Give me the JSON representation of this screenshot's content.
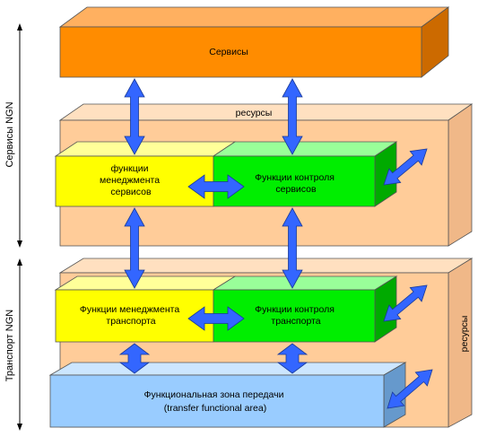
{
  "diagram": {
    "side_labels": {
      "services_ngn": "Сервисы NGN",
      "transport_ngn": "Транспорт NGN"
    },
    "services_block": {
      "label": "Сервисы"
    },
    "resources_labels": {
      "upper": "ресурсы",
      "lower": "ресурсы"
    },
    "service_layer": {
      "management": [
        "функции",
        "менеджмента",
        "сервисов"
      ],
      "control": [
        "Функции контроля",
        "сервисов"
      ]
    },
    "transport_layer": {
      "management": [
        "Функции менеджмента",
        "транспорта"
      ],
      "control": [
        "Функции контроля",
        "транспорта"
      ]
    },
    "transfer_zone": {
      "label_ru": "Функциональная зона передачи",
      "label_en": "(transfer functional area)"
    },
    "colors": {
      "services": "#ff8c00",
      "resources": "#ffcc99",
      "management": "#ffff00",
      "control": "#00ee00",
      "transfer": "#99ccff",
      "arrows": "#3366ff"
    }
  }
}
